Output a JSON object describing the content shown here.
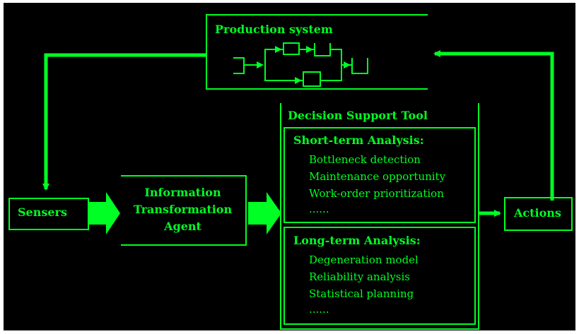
{
  "diagram": {
    "production_system": {
      "title": "Production system"
    },
    "sensors": {
      "label": "Sensers"
    },
    "agent": {
      "line1": "Information",
      "line2": "Transformation",
      "line3": "Agent"
    },
    "dst": {
      "title": "Decision Support Tool",
      "short_term": {
        "title": "Short-term Analysis:",
        "items": [
          "Bottleneck detection",
          "Maintenance opportunity",
          "Work-order prioritization",
          "......"
        ]
      },
      "long_term": {
        "title": "Long-term Analysis:",
        "items": [
          "Degeneration model",
          "Reliability analysis",
          "Statistical planning",
          "......"
        ]
      }
    },
    "actions": {
      "label": "Actions"
    },
    "colors": {
      "background": "#000000",
      "foreground": "#00ff24"
    }
  }
}
